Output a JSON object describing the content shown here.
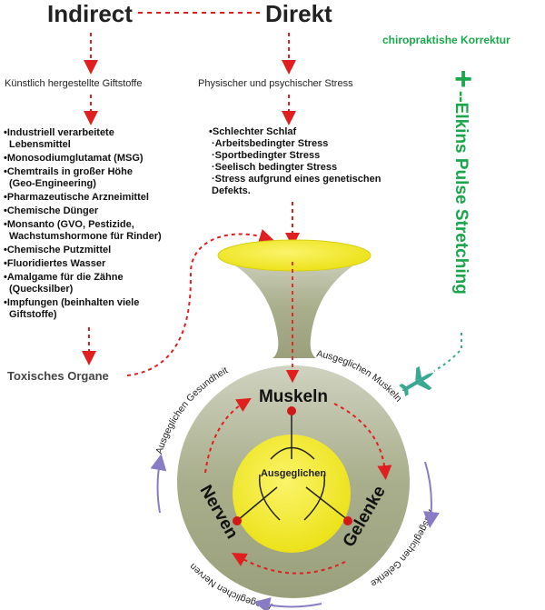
{
  "headings": {
    "indirect": "Indirect",
    "direkt": "Direkt",
    "chiro": "chiropraktishe Korrektur",
    "plus": "+",
    "elkins": "--Elkins Pulse Stretching"
  },
  "indirect_branch": {
    "subtitle": "Künstlich hergestellte Giftstoffe",
    "items": [
      "•Industriell verarbeitete",
      "Lebensmittel",
      "•Monosodiumglutamat (MSG)",
      "•Chemtrails in großer Höhe",
      "(Geo-Engineering)",
      "•Pharmazeutische Arzneimittel",
      "•Chemische Dünger",
      "•Monsanto (GVO, Pestizide,",
      "Wachstumshormone für Rinder)",
      "•Chemische Putzmittel",
      "•Fluoridiertes Wasser",
      "•Amalgame für die Zähne",
      "(Quecksilber)",
      "•Impfungen (beinhalten viele",
      "Giftstoffe)"
    ],
    "organ_label": "Toxisches Organe"
  },
  "direkt_branch": {
    "subtitle": "Physischer und psychischer Stress",
    "items": [
      "•Schlechter Schlaf",
      "·Arbeitsbedingter Stress",
      "·Sportbedingter Stress",
      "·Seelisch bedingter Stress",
      "·Stress aufgrund eines genetischen",
      "Defekts."
    ]
  },
  "vessel": {
    "muskeln": "Muskeln",
    "nerven": "Nerven",
    "gelenke": "Gelenke",
    "center": "Ausgeglichen",
    "arc_gesundheit": "Ausgeglichen Gesundheit",
    "arc_muskeln": "Ausgeglichen Muskeln",
    "arc_gelenke": "Ausgeglichen Gelenke",
    "arc_nerven": "Ausgeglichen Nerven"
  },
  "colors": {
    "red": "#e02020",
    "green": "#1aa64a",
    "teal": "#3aa890",
    "olive": "#a8ad86",
    "yellow": "#f1ea1c",
    "purple": "#8a7cc4"
  },
  "icons": {
    "airplane": "airplane-icon",
    "plus": "plus-icon"
  }
}
